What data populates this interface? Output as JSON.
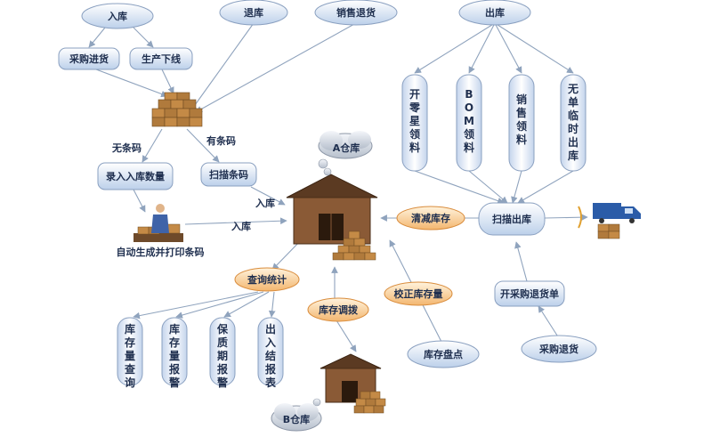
{
  "nodes": {
    "inbound": "入库",
    "purchase_in": "采购进货",
    "production_off": "生产下线",
    "returns": "退库",
    "sales_return": "销售退货",
    "outbound": "出库",
    "retail_pick": "开零星领料",
    "bom_pick": "BOM领料",
    "sales_pick": "销售领料",
    "no_doc_out": "无单临时出库",
    "no_barcode": "无条码",
    "has_barcode": "有条码",
    "enter_qty": "录入入库数量",
    "scan_barcode": "扫描条码",
    "auto_print": "自动生成并打印条码",
    "warehouse_a": "A仓库",
    "warehouse_b": "B仓库",
    "inbound_edge_1": "入库",
    "inbound_edge_2": "入库",
    "reduce_stock": "清减库存",
    "scan_outbound": "扫描出库",
    "purchase_return_doc": "开采购退货单",
    "purchase_return": "采购退货",
    "query_stats": "查询统计",
    "transfer": "库存调拨",
    "correct_stock": "校正库存量",
    "stocktake": "库存盘点",
    "inventory_query": "库存量查询",
    "inventory_alarm": "库存量报警",
    "shelf_life_alarm": "保质期报警",
    "io_report": "出入结报表"
  }
}
